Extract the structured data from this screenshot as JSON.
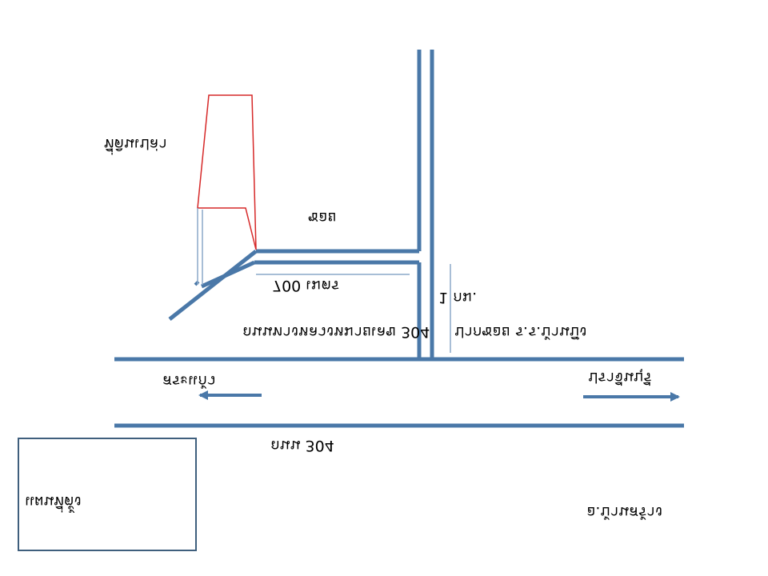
{
  "colors": {
    "road": "#4a78a8",
    "parcel": "#d62828",
    "thin_road": "#8aa8c8",
    "text": "#000000",
    "box_border": "#3f5f7d"
  },
  "labels": {
    "parcel_name": "ที่ดินเปล่า",
    "soi": "ซอย",
    "distance_700": "700 เมตร",
    "highway_left_north": "ถนนทางหลวงหมายเลข 304",
    "highway_right_north": "ปากซอย ร.ร.บ้านบึง",
    "distance_1km": "1 กม.",
    "to_left": "สระแก้ว",
    "to_right": "ปราจีนบุรี",
    "highway_south": "ถนน 304",
    "box_text": "แผนที่ตั้ง",
    "bottom_right": "อ.บ้านสร้าง"
  }
}
